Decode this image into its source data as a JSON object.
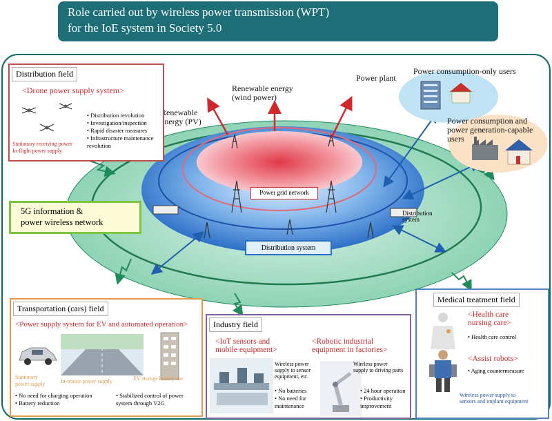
{
  "title": {
    "line1": "Role carried out by wireless power transmission (WPT)",
    "line2": "for the IoE system in Society 5.0"
  },
  "center": {
    "power_grid_network": "Power grid network",
    "distribution_system_box": "Distribution system",
    "distribution_system_right": "Distribution system",
    "info_network_line1": "5G information &",
    "info_network_line2": "power wireless network",
    "renewable_pv_line1": "Renewable",
    "renewable_pv_line2": "energy (PV)",
    "renewable_wind_line1": "Renewable energy",
    "renewable_wind_line2": "(wind power)",
    "power_plant": "Power plant",
    "consumption_only": "Power consumption-only users",
    "consumption_gen_line1": "Power consumption and",
    "consumption_gen_line2": "power generation-capable",
    "consumption_gen_line3": "users"
  },
  "distribution_field": {
    "title": "Distribution field",
    "heading": "<Drone power supply system>",
    "bullets": [
      "Distribution revolution",
      "Investigation/inspection",
      "Rapid disaster measures",
      "Infrastructure maintenance revolution"
    ],
    "caption1": "Stationary receiving power",
    "caption2": "In-flight power supply"
  },
  "transportation_field": {
    "title": "Transportation (cars) field",
    "heading": "<Power supply system for EV and automated operation>",
    "caption_stationary1": "Stationary",
    "caption_stationary2": "power supply",
    "caption_transit": "In-transit power supply",
    "caption_storage": "EV storage battery use",
    "bullets_left": [
      "No need for charging operation",
      "Battery reduction"
    ],
    "bullets_right": [
      "Stabilized control of power system through V2G"
    ]
  },
  "industry_field": {
    "title": "Industry field",
    "heading_left1": "<IoT sensors and",
    "heading_left2": "mobile equipment>",
    "heading_right1": "<Robotic industrial",
    "heading_right2": "equipment in factories>",
    "note_left1": "Wireless power",
    "note_left2": "supply to sensor",
    "note_left3": "equipment, etc.",
    "note_right1": "Wireless power",
    "note_right2": "supply to driving parts",
    "bullets_left": [
      "No batteries",
      "No need for maintenance"
    ],
    "bullets_right": [
      "24 hour operation",
      "Productivity improvement"
    ]
  },
  "medical_field": {
    "title": "Medical treatment field",
    "heading1_line1": "<Health care",
    "heading1_line2": "nursing care>",
    "bullet1": "Health care control",
    "heading2": "<Assist robots>",
    "bullet2": "Aging countermeasure",
    "caption1": "Wireless power supply to",
    "caption2": "sensors and implant equipment"
  },
  "colors": {
    "title_bg": "#1e6e78",
    "outer_ellipse": "#9fd9c2",
    "inner_blue": "#3a7fd0",
    "core_red": "#e8505a",
    "accent_red": "#d0282c"
  }
}
